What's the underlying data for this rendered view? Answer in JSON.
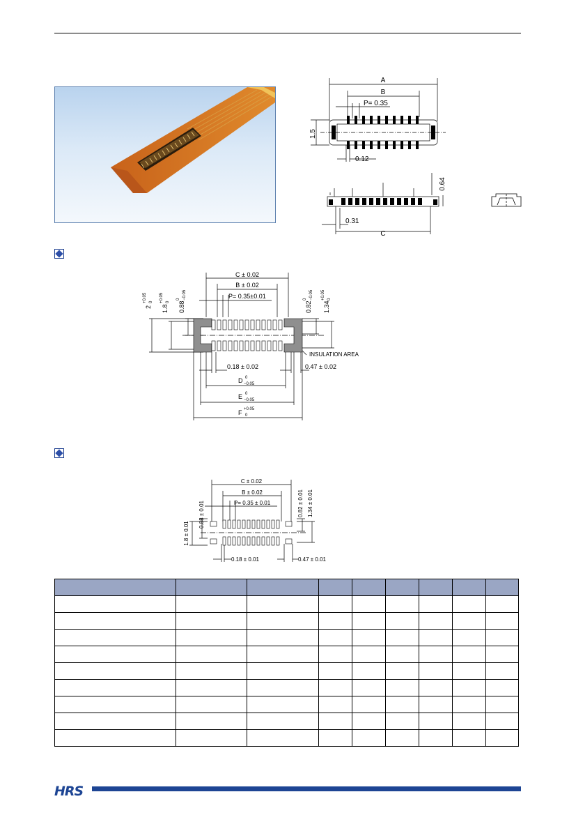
{
  "photo": {
    "alt_label": ""
  },
  "drawings": {
    "top": {
      "A": "A",
      "B": "B",
      "pitch": "P= 0.35",
      "height": "1.5",
      "pin_width": "0.12"
    },
    "side": {
      "height": "0.64",
      "offset": "0.31",
      "C": "C"
    },
    "pcb": {
      "C": "C ± 0.02",
      "B": "B ± 0.02",
      "pitch": "P= 0.35±0.01",
      "d2": "2",
      "d2_tol_top": "+0.05",
      "d2_tol_bot": "0",
      "d18": "1.8",
      "d18_tol_top": "+0.05",
      "d18_tol_bot": "0",
      "d088": "0.88",
      "d088_tol_top": "0",
      "d088_tol_bot": "−0.05",
      "d082": "0.82",
      "d082_tol_top": "0",
      "d082_tol_bot": "−0.05",
      "d134": "1.34",
      "d134_tol_top": "+0.05",
      "d134_tol_bot": "0",
      "pad_w": "0.18 ± 0.02",
      "end_w": "0.47 ± 0.02",
      "insulation": "INSULATION AREA",
      "D": "D",
      "D_tol_top": "0",
      "D_tol_bot": "−0.05",
      "E": "E",
      "E_tol_top": "0",
      "E_tol_bot": "−0.05",
      "F": "F",
      "F_tol_top": "+0.05",
      "F_tol_bot": "0"
    },
    "stencil": {
      "C": "C ± 0.02",
      "B": "B ± 0.02",
      "pitch": "P= 0.35 ± 0.01",
      "d088": "0.88 ± 0.01",
      "d18": "1.8 ± 0.01",
      "d082": "0.82 ± 0.01",
      "d134": "1.34 ± 0.01",
      "pad_w": "0.18 ± 0.01",
      "end_w": "0.47 ± 0.01"
    }
  },
  "table": {
    "columns": [
      "",
      "",
      "",
      "",
      "",
      "",
      "",
      "",
      ""
    ],
    "rows": [
      [
        "",
        "",
        "",
        "",
        "",
        "",
        "",
        "",
        ""
      ],
      [
        "",
        "",
        "",
        "",
        "",
        "",
        "",
        "",
        ""
      ],
      [
        "",
        "",
        "",
        "",
        "",
        "",
        "",
        "",
        ""
      ],
      [
        "",
        "",
        "",
        "",
        "",
        "",
        "",
        "",
        ""
      ],
      [
        "",
        "",
        "",
        "",
        "",
        "",
        "",
        "",
        ""
      ],
      [
        "",
        "",
        "",
        "",
        "",
        "",
        "",
        "",
        ""
      ],
      [
        "",
        "",
        "",
        "",
        "",
        "",
        "",
        "",
        ""
      ],
      [
        "",
        "",
        "",
        "",
        "",
        "",
        "",
        "",
        ""
      ],
      [
        "",
        "",
        "",
        "",
        "",
        "",
        "",
        "",
        ""
      ]
    ]
  },
  "footer": {
    "logo": "HRS",
    "brand_color": "#1d4594"
  }
}
